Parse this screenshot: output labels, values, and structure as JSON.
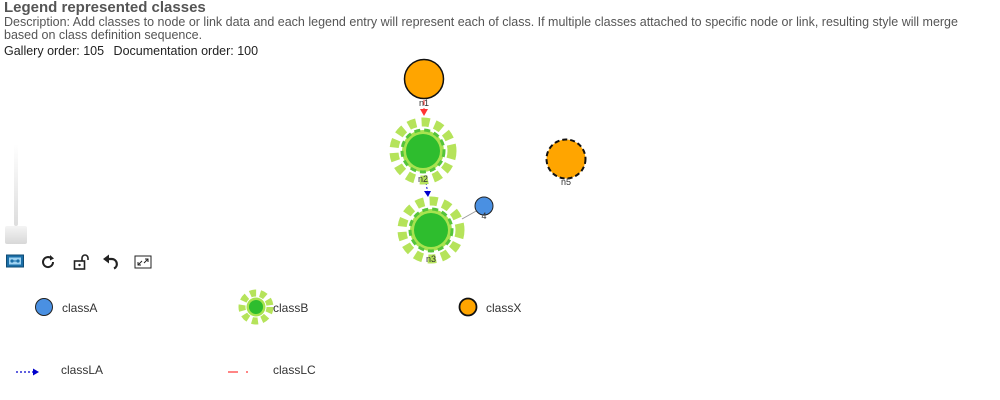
{
  "header": {
    "title": "Legend represented classes",
    "description": "Description: Add classes to node or link data and each legend entry will represent each of class. If multiple classes attached to specific node or link, resulting style will merge based on class definition sequence.",
    "gallery_order": "Gallery order: 105",
    "documentation_order": "Documentation order: 100"
  },
  "graph": {
    "nodes": [
      {
        "id": "n1",
        "label": "n1",
        "classes": [
          "classX"
        ]
      },
      {
        "id": "n2",
        "label": "n2",
        "classes": [
          "classB"
        ]
      },
      {
        "id": "n3",
        "label": "n3",
        "classes": [
          "classB"
        ]
      },
      {
        "id": "n4",
        "label": "4",
        "classes": [
          "classA"
        ]
      },
      {
        "id": "n5",
        "label": "n5",
        "classes": [
          "classX"
        ]
      }
    ],
    "links": [
      {
        "from": "n1",
        "to": "n2",
        "classes": [
          "classLC"
        ]
      },
      {
        "from": "n2",
        "to": "n3",
        "classes": [
          "classLA"
        ]
      },
      {
        "from": "n3",
        "to": "n4",
        "classes": []
      }
    ]
  },
  "toolbar": {
    "buttons": [
      {
        "name": "overview-button",
        "icon": "overview-icon"
      },
      {
        "name": "refresh-button",
        "icon": "refresh-icon"
      },
      {
        "name": "unlock-button",
        "icon": "unlock-icon"
      },
      {
        "name": "undo-button",
        "icon": "undo-icon"
      },
      {
        "name": "fit-screen-button",
        "icon": "expand-icon"
      }
    ]
  },
  "legend": {
    "classA": "classA",
    "classB": "classB",
    "classX": "classX",
    "classLA": "classLA",
    "classLC": "classLC"
  },
  "colors": {
    "classA": "#4a90e2",
    "classB_inner": "#2ebd2e",
    "classB_outer": "#b5e35a",
    "classX": "#ffa500",
    "classLA": "#0000cc",
    "classLC": "#ff3333",
    "link_default": "#999999"
  }
}
